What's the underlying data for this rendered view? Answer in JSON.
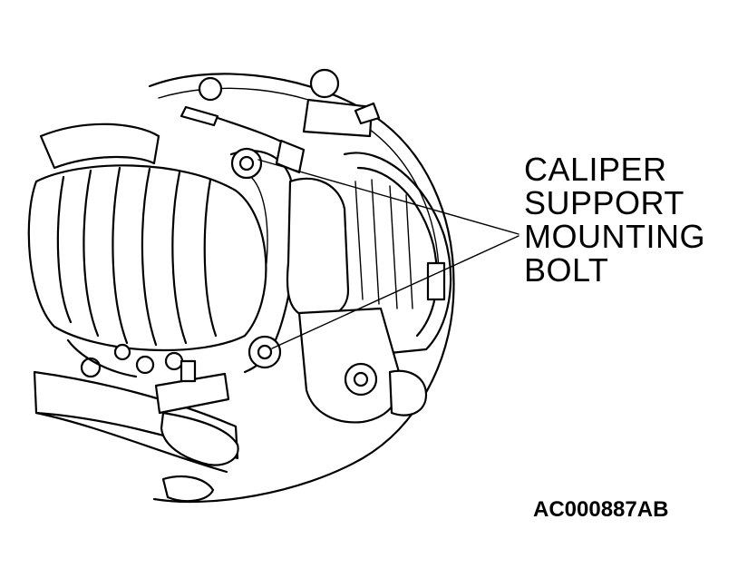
{
  "callout": {
    "lines": [
      "CALIPER",
      "SUPPORT",
      "MOUNTING",
      "BOLT"
    ]
  },
  "figure_id": "AC000887AB"
}
